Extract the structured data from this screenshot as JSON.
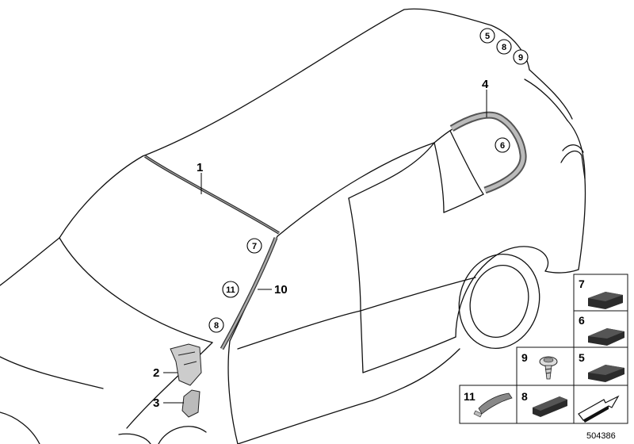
{
  "callouts": {
    "c1": "1",
    "c2": "2",
    "c3": "3",
    "c4": "4",
    "c10": "10"
  },
  "circled": {
    "roof_5": "5",
    "roof_8": "8",
    "roof_9": "9",
    "window_6": "6",
    "pillar_7": "7",
    "pillar_11": "11",
    "cowl_8": "8"
  },
  "parts_table": {
    "cell_7": "7",
    "cell_6": "6",
    "cell_9": "9",
    "cell_5": "5",
    "cell_11": "11",
    "cell_8": "8"
  },
  "reference_number": "504386",
  "colors": {
    "line": "#111111",
    "pad": "#2b2b2b",
    "trim": "#8a8a8a"
  }
}
